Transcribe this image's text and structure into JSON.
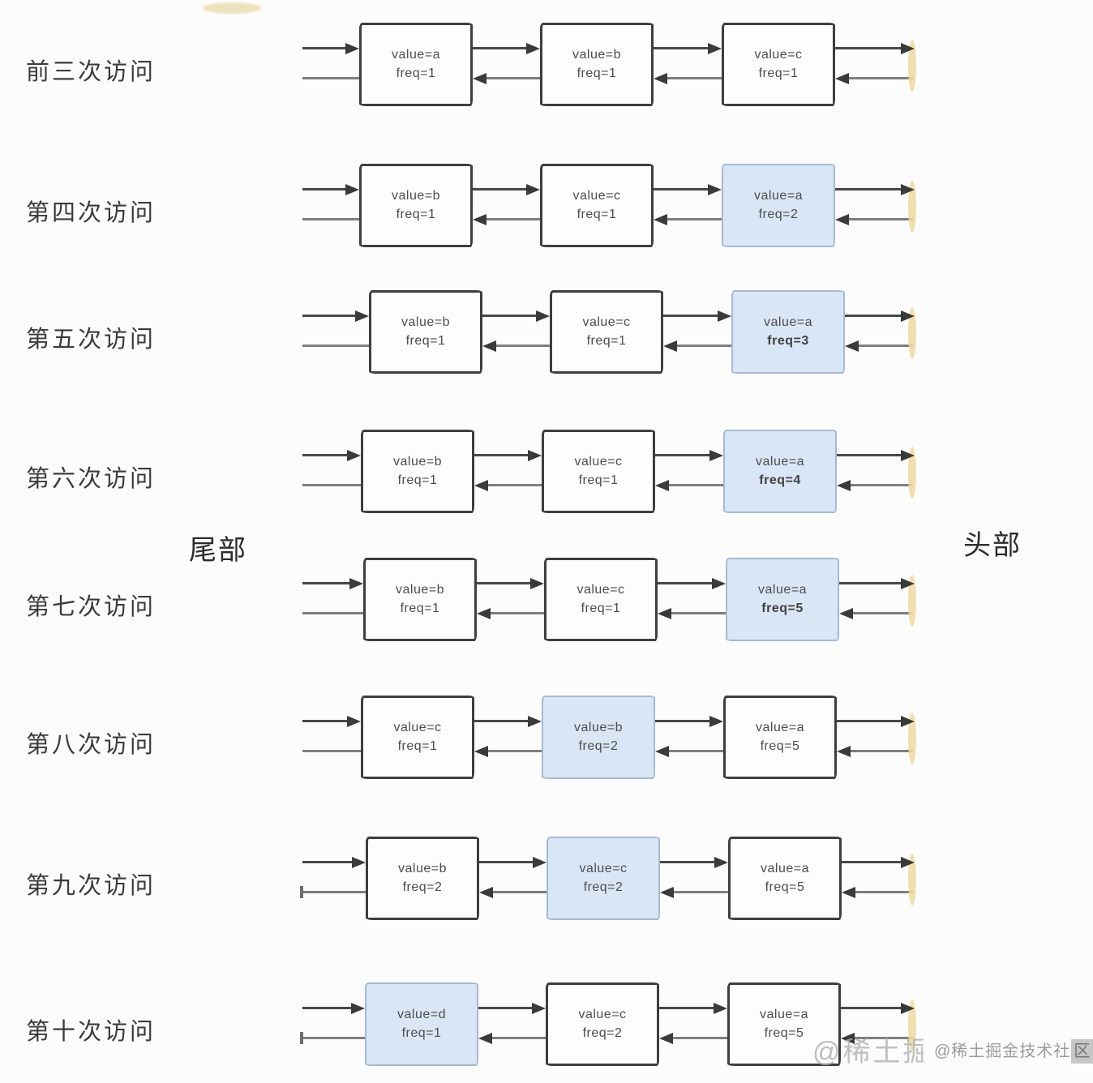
{
  "diagram": {
    "tail_label": "尾部",
    "head_label": "头部",
    "rows": [
      {
        "label": "前三次访问",
        "nodes": [
          {
            "value": "value=a",
            "freq": "freq=1",
            "highlighted": false,
            "freq_bold": false
          },
          {
            "value": "value=b",
            "freq": "freq=1",
            "highlighted": false,
            "freq_bold": false
          },
          {
            "value": "value=c",
            "freq": "freq=1",
            "highlighted": false,
            "freq_bold": false
          }
        ]
      },
      {
        "label": "第四次访问",
        "nodes": [
          {
            "value": "value=b",
            "freq": "freq=1",
            "highlighted": false,
            "freq_bold": false
          },
          {
            "value": "value=c",
            "freq": "freq=1",
            "highlighted": false,
            "freq_bold": false
          },
          {
            "value": "value=a",
            "freq": "freq=2",
            "highlighted": true,
            "freq_bold": false
          }
        ]
      },
      {
        "label": "第五次访问",
        "nodes": [
          {
            "value": "value=b",
            "freq": "freq=1",
            "highlighted": false,
            "freq_bold": false
          },
          {
            "value": "value=c",
            "freq": "freq=1",
            "highlighted": false,
            "freq_bold": false
          },
          {
            "value": "value=a",
            "freq": "freq=3",
            "highlighted": true,
            "freq_bold": true
          }
        ]
      },
      {
        "label": "第六次访问",
        "nodes": [
          {
            "value": "value=b",
            "freq": "freq=1",
            "highlighted": false,
            "freq_bold": false
          },
          {
            "value": "value=c",
            "freq": "freq=1",
            "highlighted": false,
            "freq_bold": false
          },
          {
            "value": "value=a",
            "freq": "freq=4",
            "highlighted": true,
            "freq_bold": true
          }
        ]
      },
      {
        "label": "第七次访问",
        "nodes": [
          {
            "value": "value=b",
            "freq": "freq=1",
            "highlighted": false,
            "freq_bold": false
          },
          {
            "value": "value=c",
            "freq": "freq=1",
            "highlighted": false,
            "freq_bold": false
          },
          {
            "value": "value=a",
            "freq": "freq=5",
            "highlighted": true,
            "freq_bold": true
          }
        ]
      },
      {
        "label": "第八次访问",
        "nodes": [
          {
            "value": "value=c",
            "freq": "freq=1",
            "highlighted": false,
            "freq_bold": false
          },
          {
            "value": "value=b",
            "freq": "freq=2",
            "highlighted": true,
            "freq_bold": false
          },
          {
            "value": "value=a",
            "freq": "freq=5",
            "highlighted": false,
            "freq_bold": false
          }
        ]
      },
      {
        "label": "第九次访问",
        "nodes": [
          {
            "value": "value=b",
            "freq": "freq=2",
            "highlighted": false,
            "freq_bold": false
          },
          {
            "value": "value=c",
            "freq": "freq=2",
            "highlighted": true,
            "freq_bold": false
          },
          {
            "value": "value=a",
            "freq": "freq=5",
            "highlighted": false,
            "freq_bold": false
          }
        ]
      },
      {
        "label": "第十次访问",
        "nodes": [
          {
            "value": "value=d",
            "freq": "freq=1",
            "highlighted": true,
            "freq_bold": false
          },
          {
            "value": "value=c",
            "freq": "freq=2",
            "highlighted": false,
            "freq_bold": false
          },
          {
            "value": "value=a",
            "freq": "freq=5",
            "highlighted": false,
            "freq_bold": false
          }
        ]
      }
    ]
  },
  "watermark": {
    "large": "@稀土掘金",
    "small_prefix": "@稀土掘金技术社",
    "small_last": "区"
  },
  "colors": {
    "highlight_fill": "#d9e6f5",
    "highlight_border": "#a5bad2",
    "box_border": "#3e3e3e",
    "next_arrow": "#484848",
    "prev_arrow": "#7e7e7e",
    "head_marker": "#eed9a1"
  }
}
